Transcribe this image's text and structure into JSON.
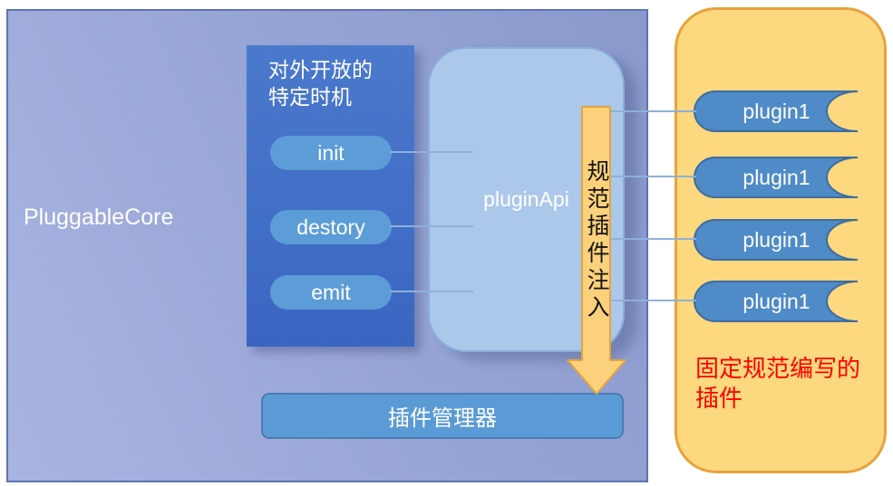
{
  "core": {
    "label": "PluggableCore",
    "hooks_panel": {
      "title_line1": "对外开放的",
      "title_line2": "特定时机",
      "hooks": [
        "init",
        "destory",
        "emit"
      ]
    },
    "plugin_api_label": "pluginApi",
    "arrow_label": "规范插件注入",
    "manager_label": "插件管理器"
  },
  "plugins_panel": {
    "items": [
      "plugin1",
      "plugin1",
      "plugin1",
      "plugin1"
    ],
    "caption_line1": "固定规范编写的",
    "caption_line2": "插件"
  },
  "colors": {
    "core_background": "#96A4D5",
    "core_border": "#5E73B2",
    "hooks_panel_background": "#4273C8",
    "hook_pill_background": "#5C9DD8",
    "plugin_api_background": "#ABC8EA",
    "plugin_api_border": "#8AAFD9",
    "arrow_fill": "#FBD17B",
    "arrow_border": "#E2A43F",
    "plugins_panel_background": "#FCD87F",
    "plugins_panel_border": "#E8A33D",
    "plugin_fill": "#4E8BC7",
    "plugin_border": "#3F6C9D",
    "manager_background": "#5B9BD5",
    "connector_line": "#8FB0D8",
    "caption_text": "#FF0000",
    "light_text": "#FFFFFF",
    "arrow_text": "#141414"
  }
}
